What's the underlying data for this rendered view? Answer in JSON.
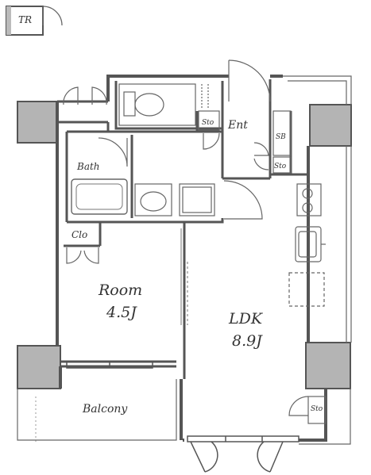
{
  "labels": {
    "tr": "TR",
    "bath": "Bath",
    "ent": "Ent",
    "sto": "Sto",
    "sb": "SB",
    "clo": "Clo",
    "room": "Room",
    "room_size": "4.5J",
    "ldk": "LDK",
    "ldk_size": "8.9J",
    "balcony": "Balcony"
  },
  "colors": {
    "wall": "#555555",
    "column": "#b4b4b4",
    "line": "#666666"
  }
}
